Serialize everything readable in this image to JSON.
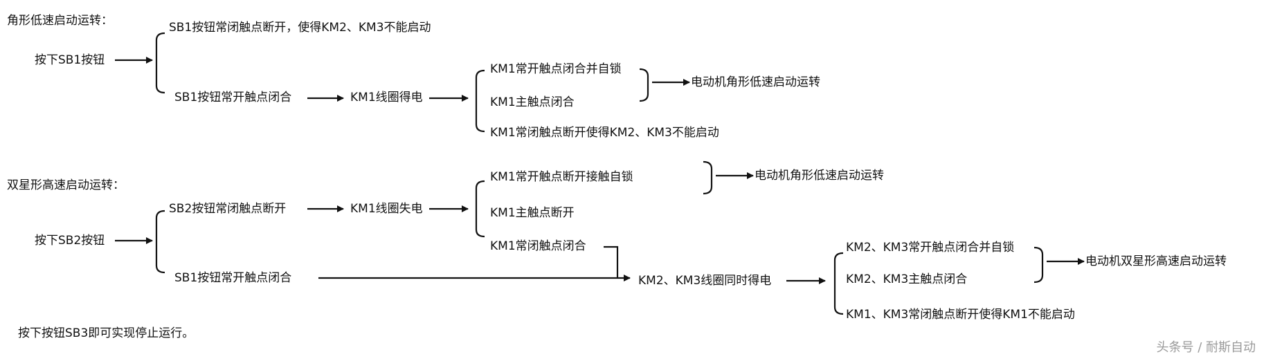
{
  "section1": {
    "heading": "角形低速启动运转：",
    "press": "按下SB1按钮",
    "nc_open": "SB1按钮常闭触点断开，使得KM2、KM3不能启动",
    "no_close": "SB1按钮常开触点闭合",
    "km1_energized": "KM1线圈得电",
    "km1_no_lock": "KM1常开触点闭合并自锁",
    "km1_main": "KM1主触点闭合",
    "km1_nc_open": "KM1常闭触点断开使得KM2、KM3不能启动",
    "motor": "电动机角形低速启动运转"
  },
  "section2": {
    "heading": "双星形高速启动运转：",
    "press": "按下SB2按钮",
    "sb2_nc_open": "SB2按钮常闭触点断开",
    "km1_deenergized": "KM1线圈失电",
    "km1_no_break": "KM1常开触点断开接触自锁",
    "km1_main_open": "KM1主触点断开",
    "km1_nc_close": "KM1常闭触点闭合",
    "motor_low": "电动机角形低速启动运转",
    "sb1_no_close": "SB1按钮常开触点闭合",
    "km23_energized": "KM2、KM3线圈同时得电",
    "km23_no_lock": "KM2、KM3常开触点闭合并自锁",
    "km23_main": "KM2、KM3主触点闭合",
    "km13_nc_open": "KM1、KM3常闭触点断开使得KM1不能启动",
    "motor_high": "电动机双星形高速启动运转"
  },
  "stop_note": "按下按钮SB3即可实现停止运行。",
  "watermark": "头条号 / 耐斯自动"
}
